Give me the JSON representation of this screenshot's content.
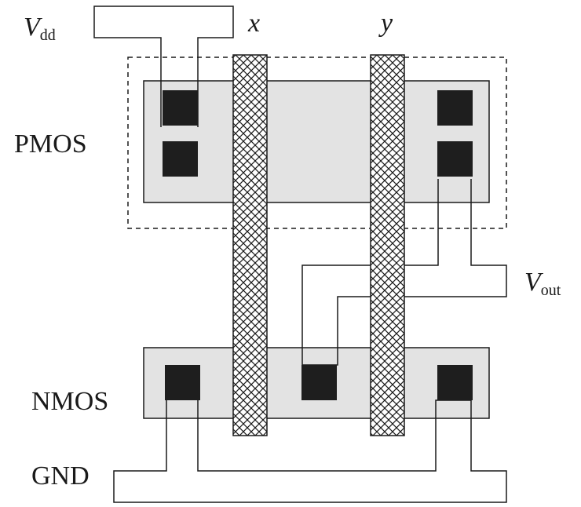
{
  "labels": {
    "vdd_main": "V",
    "vdd_sub": "dd",
    "input_x": "x",
    "input_y": "y",
    "pmos": "PMOS",
    "nmos": "NMOS",
    "vout_main": "V",
    "vout_sub": "out",
    "gnd": "GND"
  },
  "colors": {
    "background": "#ffffff",
    "diffusion_fill": "#e3e3e3",
    "contact_fill": "#1e1e1e",
    "stroke": "#1a1a1a",
    "poly_hatch": "#1a1a1a"
  }
}
